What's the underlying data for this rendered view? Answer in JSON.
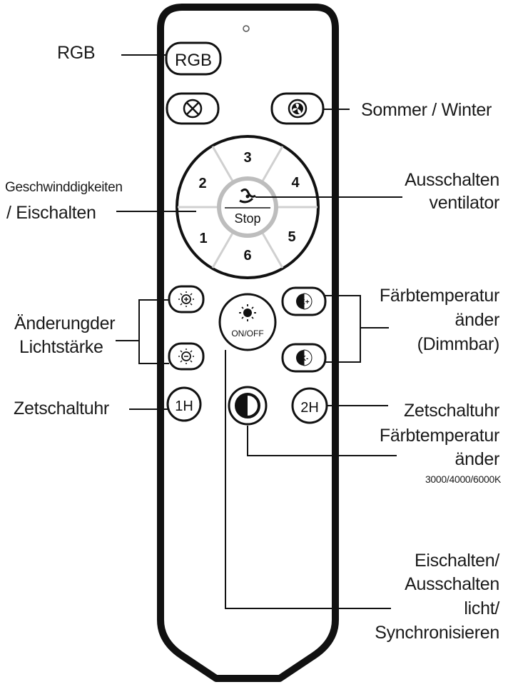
{
  "remote": {
    "buttons": {
      "rgb": "RGB",
      "speeds": [
        "1",
        "2",
        "3",
        "4",
        "5",
        "6"
      ],
      "stop": "Stop",
      "on_off": "ON/OFF",
      "timer_1h": "1H",
      "timer_2h": "2H",
      "color_temp_plus": "K+",
      "color_temp_minus": "K-"
    },
    "body_color": "#111111"
  },
  "labels": {
    "rgb": "RGB",
    "sommer_winter": "Sommer / Winter",
    "geschwindigkeiten_line1": "Geschwinddigkeiten",
    "geschwindigkeiten_line2": "/ Eischalten",
    "ausschalten_line1": "Ausschalten",
    "ausschalten_line2": "ventilator",
    "lichtstaerke_line1": "Änderungder",
    "lichtstaerke_line2": "Lichtstärke",
    "farbtemp_dimm_line1": "Färbtemperatur",
    "farbtemp_dimm_line2": "änder",
    "farbtemp_dimm_line3": "(Dimmbar)",
    "zeitschaltuhr_left": "Zetschaltuhr",
    "zeitschaltuhr_right": "Zetschaltuhr",
    "farbtemp_line1": "Färbtemperatur",
    "farbtemp_line2": "änder",
    "farbtemp_values": "3000/4000/6000K",
    "eischalten_line1": "Eischalten/",
    "eischalten_line2": "Ausschalten",
    "eischalten_line3": "licht/",
    "eischalten_line4": "Synchronisieren"
  }
}
